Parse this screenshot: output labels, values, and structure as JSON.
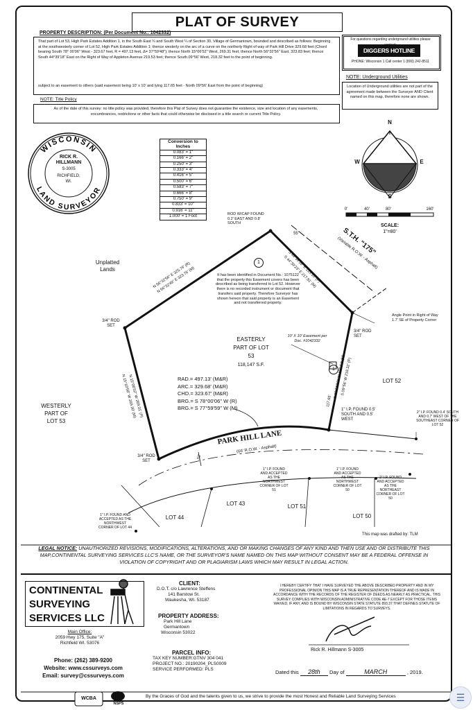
{
  "title": "PLAT OF SURVEY",
  "property_description": {
    "heading": "PROPERTY DESCRIPTION: (Per Document No.: 1042332)",
    "text": "That part of Lot 53, High Park Estates Addition 1, in the South East ¼ and South West ¼ of Section 30, Village of Germantown, bounded and described as follows: Beginning at the southwesterly corner of Lot 52, High Park Estates Addition 1; thence westerly on the arc of a curve on the northerly Right of way of Park Hill Drive 329.68 feet (Chord bearing South 78° 00'06\" West - 323.67 feet, R = 497.13 feet, Δ= 37°59'48\"); thence North 15°06'52\" West, 269.31 feet; thence North 56°32'56\" East, 323.83 feet; thence South 44°39'18\" East on the Right of Way of Appleton Avenue 219.53 feet; thence South 09°56' West, 218.32 feet to the point of beginning.",
    "easement": "subject to an easement to others (said easement being 10' x 10' and lying 117.65 feet - North 09°56' East from the point of beginning)"
  },
  "title_policy": {
    "heading": "NOTE: Title Policy",
    "text": "As of the date of this survey: no title policy was provided, therefore this Plat of Survey does not guarantee the existence, size and location of any easements, encumbrances, restrictions or other facts that could otherwise be disclosed in a title search or current Title Policy."
  },
  "diggers": {
    "top": "For questions regarding underground utilities please contact:",
    "logo": "DIGGERS HOTLINE",
    "phone": "PHONE: Wisconsin 1 Call center 1 (800) 242-8511"
  },
  "underground": {
    "heading": "NOTE: Underground Utilities",
    "text": "Location of Underground utilities are not part of the agreement made between the Surveyor AND Client named on this map, therefore none are shown."
  },
  "seal": {
    "top": "WISCONSIN",
    "bottom": "LAND SURVEYOR",
    "name1": "RICK R.",
    "name2": "HILLMANN",
    "number": "S-3005",
    "city1": "RICHFIELD,",
    "city2": "WI."
  },
  "conversion": {
    "heading": "Conversion to Inches",
    "rows": [
      "0.083' = 1\"",
      "0.166' = 2\"",
      "0.250' = 3\"",
      "0.333' = 4\"",
      "0.416' = 5\"",
      "0.500' = 6\"",
      "0.583' = 7\"",
      "0.666' = 8\"",
      "0.750' = 9\"",
      "0.833' = 10\"",
      "0.916' = 11\"",
      "1.000' = 1 Foot"
    ]
  },
  "compass": {
    "n": "N",
    "s": "S",
    "e": "E",
    "w": "W"
  },
  "scale": {
    "ticks": [
      "0'",
      "40'",
      "80'",
      "160'"
    ],
    "label": "SCALE:",
    "ratio": "1\"=80'"
  },
  "map": {
    "unplatted": "Unplatted Lands",
    "rod_cap": "ROD W/CAP FOUND 0.2' EAST AND 0.8' SOUTH",
    "sth": "S.T.H. \"175\"",
    "sth_row": "(Variable R.O.W. - Asphalt)",
    "sth_55": "55'",
    "bearing_ne1": "S 44°39'18\" E 219.53' (P)",
    "bearing_ne2": "S 44°39'23\" E 217.81' (M)",
    "bearing_nw1": "N 56°32'56\" E 325.76' (R)",
    "bearing_nw2": "N 56°32'49\" E 323.76' (M)",
    "note1_num": "1",
    "note1": "It has been identified in Document No.: 1075122 that the property this Easement covers has been described as being transferred to Lot 52. However there is no recorded instrument or document that transfers said property. Therefore Surveyor has shown hereon that said property is an Easement and not transferred property.",
    "angle_point": "Angle Point in Right of Way 1.7' SE of Property Corner",
    "rod_set_nw": "3/4\" ROD SET",
    "rod_set_e": "3/4\" ROD SET",
    "rod_set_sw": "3/4\" ROD SET",
    "lot53_e": "EASTERLY PART OF LOT 53",
    "area": "118,147 S.F.",
    "easement_note": "10' X 10' Easement per Doc. #1042332",
    "westerly": "WESTERLY PART OF LOT 53",
    "bearing_w1": "N 15°06'52\" W 269.31' (P)",
    "bearing_w2": "N 15°10'58\" W 269.30' (M)",
    "bearing_e1": "S 09°56' W 218.32' (P)",
    "bearing_e2": "S 09°55'53\" W 220.54' (M)",
    "dist_117": "117.65'",
    "curve": [
      "RAD.= 497.13' (M&R)",
      "ARC.= 329.68' (M&R)",
      "CHD.= 323.67' (M&R)",
      "BRG.= S 78°00'06\" W (R)",
      "BRG.= S 77°59'59\" W (M)"
    ],
    "lot52": "LOT 52",
    "ip_found_e": "1\" I.P. FOUND 0.5' SOUTH AND 0.5' WEST",
    "ip_found_se": "2\" I.P. FOUND 0.4' SOUTH AND 0.7' WEST OF THE SOUTHEAST CORNER OF LOT 52",
    "park_hill": "PARK HILL LANE",
    "park_row": "(66' R.O.W. - Asphalt)",
    "dist_33": "33'",
    "ip_51": "1\" I.P. FOUND AND ACCEPTED AS THE NORTHWEST CORNER OF LOT 51",
    "ip_50": "1\" I.P. FOUND AND ACCEPTED AS THE NORTHWEST CORNER OF LOT 50",
    "ip_50ne": "2\" I.P. FOUND AND ACCEPTED AS THE NORTHEAST CORNER OF LOT 50",
    "ip_44": "1\" I.P. FOUND AND ACCEPTED AS THE NORTHWEST CORNER OF LOT 44",
    "lot44": "LOT 44",
    "lot43": "LOT 43",
    "lot51": "LOT 51",
    "lot50": "LOT 50",
    "drafted": "This map was drafted by: TLM"
  },
  "legal_notice": {
    "label": "LEGAL NOTICE:",
    "text": "UNAUTHORIZED REVISIONS, MODIFICATIONS, ALTERATIONS, AND OR MAKING CHANGES OF ANY KIND AND THEN USE AND OR DISTRIBUTE THIS MAP,CONTINENTAL SURVEYING SERVICES LLC'S NAME, OR THE SURVEYOR'S NAME NAMED ON THIS MAP WITHOUT CONSENT MAY BE A FEDERAL OFFENSE IN VIOLATION OF COPYRIGHT AND OR PLAGIARISM LAWS WHICH MAY RESULT IN LEGAL ACTION."
  },
  "company": {
    "name1": "CONTINENTAL",
    "name2": "SURVEYING",
    "name3": "SERVICES LLC",
    "office_label": "Main Office:",
    "address1": "2059 Hwy 175, Suite \"A\"",
    "address2": "Richfield WI. 53076",
    "phone": "Phone: (262) 389-9200",
    "website": "Website: www.cssurveys.com",
    "email": "Email: survey@cssurveys.com",
    "badge1": "WCBA",
    "badge2": "NSPS"
  },
  "client": {
    "heading": "CLIENT:",
    "line1": "D.O.T. c/o Lawrence Steffens",
    "line2": "141 Barstow St.",
    "line3": "Waukesha, WI. 53187"
  },
  "property_address": {
    "heading": "PROPERTY ADDRESS:",
    "line1": "Park Hill Lane",
    "line2": "Germantown",
    "line3": "Wisconsin 53022"
  },
  "parcel": {
    "heading": "PARCEL INFO:",
    "tax": "TAX KEY NUMBER:GTNV 304 041",
    "project": "PROJECT NO.: 20190204_PLS0009",
    "service": "SERVICE PERFORMED: PLS"
  },
  "certification": "I HEREBY CERTIFY THAT I HAVE SURVEYED THE ABOVE DESCRIBED PROPERTY AND IN MY PROFESSIONAL OPINION THIS MAP IS A TRUE REPRESENTATION THEREOF AND IS MADE IN ACCORDANCE WITH THE RECORDS OF THE REGISTER OF DEEDS AS NEARLY AS PRACTICAL. THIS SURVEY COMPLIES WITH WISCONSIN ADMINISTRATIVE CODE AE-7 EXCEPT FOR THOSE ITEMS WAIVED, IF ANY, AND IS BOUND BY WISCONSIN STATE STATUTE 893.37 THAT DEFINES STATUTE OF LIMITATIONS IN REGARDS TO SURVEYS.",
  "signature": {
    "name": "Rick R. Hillmann S-3005",
    "dated": "Dated this",
    "day": "28th",
    "day_of": "Day of",
    "month": "MARCH",
    "year": ", 2019."
  },
  "footer": "By the Graces of God and the talents given to us, we strive to provide the most Honest and Reliable Land Surveying Services"
}
